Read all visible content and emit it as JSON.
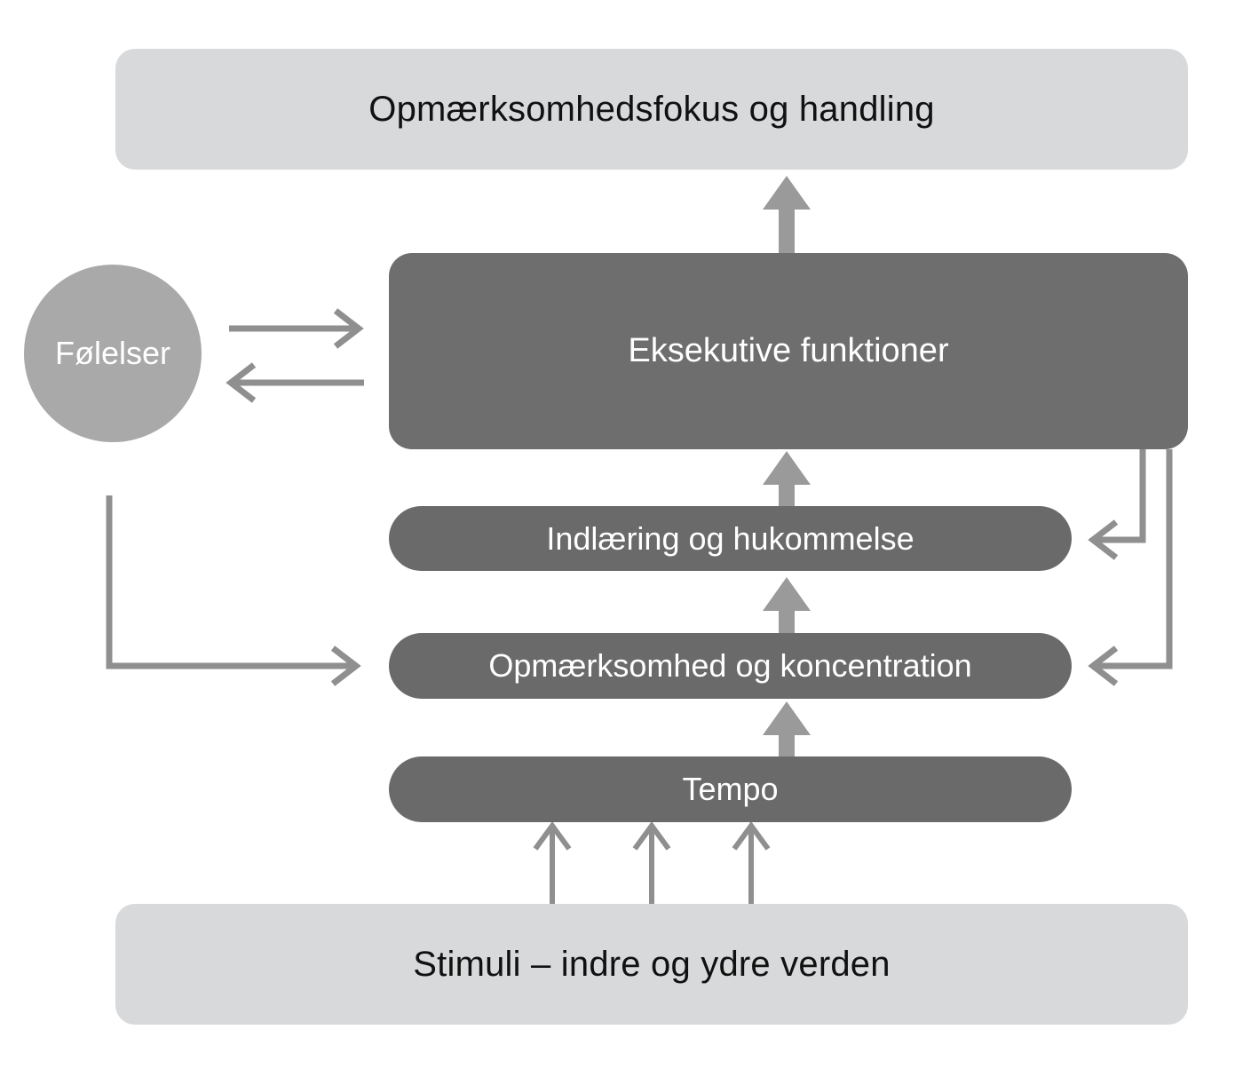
{
  "diagram": {
    "title_text": "Opmærksomhedsfokus og handling",
    "nodes": {
      "top_outcome": {
        "label": "Opmærksomhedsfokus og handling",
        "shape": "rounded-rectangle",
        "fill": "#d8d9db",
        "text_color": "#111111"
      },
      "executive": {
        "label": "Eksekutive funktioner",
        "shape": "rounded-rectangle",
        "fill": "#6e6e6e",
        "text_color": "#ffffff"
      },
      "learning": {
        "label": "Indlæring og hukommelse",
        "shape": "pill",
        "fill": "#6a6a6a",
        "text_color": "#ffffff"
      },
      "attention": {
        "label": "Opmærksomhed og koncentration",
        "shape": "pill",
        "fill": "#6a6a6a",
        "text_color": "#ffffff"
      },
      "tempo": {
        "label": "Tempo",
        "shape": "pill",
        "fill": "#6a6a6a",
        "text_color": "#ffffff"
      },
      "emotions": {
        "label": "Følelser",
        "shape": "circle",
        "fill": "#a9a9a9",
        "text_color": "#ffffff"
      },
      "stimuli": {
        "label": "Stimuli – indre og ydre verden",
        "shape": "rounded-rectangle",
        "fill": "#d8d9db",
        "text_color": "#111111"
      }
    },
    "connectors": [
      {
        "name": "executive-to-top-outcome",
        "kind": "block-arrow",
        "direction": "up",
        "from": "executive",
        "to": "top_outcome"
      },
      {
        "name": "learning-to-executive",
        "kind": "block-arrow",
        "direction": "up",
        "from": "learning",
        "to": "executive"
      },
      {
        "name": "attention-to-learning",
        "kind": "block-arrow",
        "direction": "up",
        "from": "attention",
        "to": "learning"
      },
      {
        "name": "tempo-to-attention",
        "kind": "block-arrow",
        "direction": "up",
        "from": "tempo",
        "to": "attention"
      },
      {
        "name": "stimuli-to-tempo-1",
        "kind": "line-arrow",
        "direction": "up",
        "from": "stimuli",
        "to": "tempo"
      },
      {
        "name": "stimuli-to-tempo-2",
        "kind": "line-arrow",
        "direction": "up",
        "from": "stimuli",
        "to": "tempo"
      },
      {
        "name": "stimuli-to-tempo-3",
        "kind": "line-arrow",
        "direction": "up",
        "from": "stimuli",
        "to": "tempo"
      },
      {
        "name": "emotions-to-executive",
        "kind": "line-arrow",
        "direction": "right",
        "from": "emotions",
        "to": "executive"
      },
      {
        "name": "executive-to-emotions",
        "kind": "line-arrow",
        "direction": "left",
        "from": "executive",
        "to": "emotions"
      },
      {
        "name": "emotions-to-attention",
        "kind": "elbow-arrow",
        "direction": "right",
        "from": "emotions",
        "to": "attention"
      },
      {
        "name": "executive-to-learning-feedback",
        "kind": "elbow-arrow",
        "direction": "left",
        "from": "executive",
        "to": "learning"
      },
      {
        "name": "executive-to-attention-feedback",
        "kind": "elbow-arrow",
        "direction": "left",
        "from": "executive",
        "to": "attention"
      }
    ],
    "colors": {
      "panel_fill": "#d8d9db",
      "dark_fill": "#6e6e6e",
      "pill_fill": "#6a6a6a",
      "circle_fill": "#a9a9a9",
      "connector_gray": "#8f8f8f",
      "thin_connector_gray": "#909090",
      "background": "#ffffff"
    }
  }
}
